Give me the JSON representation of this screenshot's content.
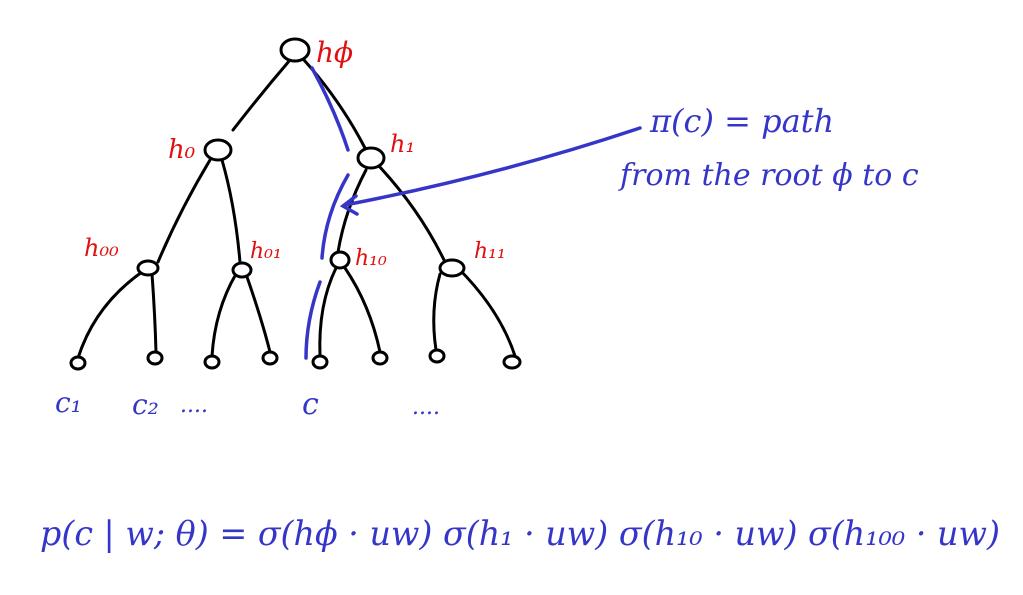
{
  "colors": {
    "hidden_label": "#e01010",
    "annotation": "#3535c8",
    "tree": "#000000"
  },
  "tree": {
    "root_label": "hϕ",
    "level1": {
      "left": "h₀",
      "right": "h₁"
    },
    "level2": {
      "ll": "h₀₀",
      "lr": "h₀₁",
      "rl": "h₁₀",
      "rr": "h₁₁"
    }
  },
  "leaves": {
    "c1": "c₁",
    "c2": "c₂",
    "dots_left": "....",
    "c": "c",
    "dots_right": "...."
  },
  "annotation": {
    "line1": "π(c) = path",
    "line2": "from the root ϕ to c"
  },
  "formula": "p(c | w; θ) = σ(hϕ · uw) σ(h₁ · uw) σ(h₁₀ · uw) σ(h₁₀₀ · uw)"
}
